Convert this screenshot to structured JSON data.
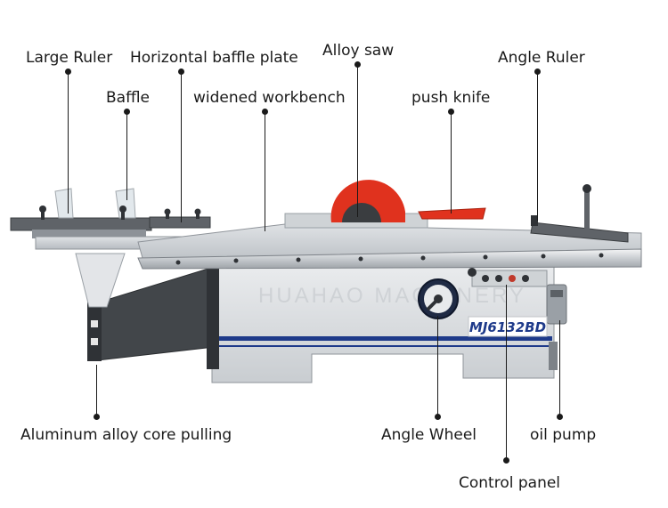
{
  "labels": {
    "large_ruler": "Large Ruler",
    "horizontal_baffle_plate": "Horizontal baffle plate",
    "alloy_saw": "Alloy saw",
    "angle_ruler": "Angle Ruler",
    "baffle": "Baffle",
    "widened_workbench": "widened workbench",
    "push_knife": "push knife",
    "aluminum_alloy_core_pulling": "Aluminum alloy core pulling",
    "angle_wheel": "Angle Wheel",
    "oil_pump": "oil pump",
    "control_panel": "Control panel"
  },
  "machine": {
    "model_plate": "MJ6132BD",
    "watermark": "HUAHAO MACHINERY"
  },
  "colors": {
    "body": "#d9dcdf",
    "blade": "#e0321e",
    "stripe": "#1e3a8a",
    "text": "#1a1a1a"
  }
}
